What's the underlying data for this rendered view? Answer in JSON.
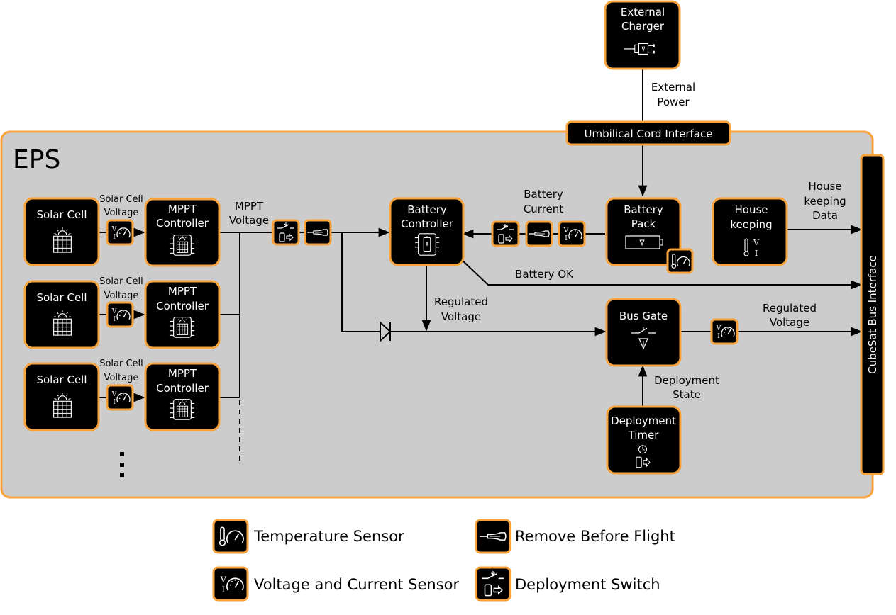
{
  "eps_title": "EPS",
  "nodes": {
    "external_charger": [
      "External",
      "Charger"
    ],
    "umbilical": "Umbilical Cord Interface",
    "solar_cell": "Solar Cell",
    "mppt_controller": [
      "MPPT",
      "Controller"
    ],
    "battery_controller": [
      "Battery",
      "Controller"
    ],
    "battery_pack": [
      "Battery",
      "Pack"
    ],
    "housekeeping": [
      "House",
      "keeping"
    ],
    "bus_gate": "Bus Gate",
    "deployment_timer": [
      "Deployment",
      "Timer"
    ],
    "cubesat_bus": "CubeSat Bus Interface"
  },
  "edge_labels": {
    "external_power": [
      "External",
      "Power"
    ],
    "solar_cell_voltage": [
      "Solar Cell",
      "Voltage"
    ],
    "mppt_voltage": [
      "MPPT",
      "Voltage"
    ],
    "battery_current": [
      "Battery",
      "Current"
    ],
    "housekeeping_data": [
      "House",
      "keeping",
      "Data"
    ],
    "battery_ok": "Battery OK",
    "regulated_voltage_1": [
      "Regulated",
      "Voltage"
    ],
    "regulated_voltage_2": [
      "Regulated",
      "Voltage"
    ],
    "deployment_state": [
      "Deployment",
      "State"
    ]
  },
  "legend": {
    "temperature_sensor": "Temperature Sensor",
    "remove_before_flight": "Remove Before Flight",
    "voltage_current_sensor": "Voltage and Current Sensor",
    "deployment_switch": "Deployment Switch"
  },
  "icon_text": {
    "v": "V",
    "i": "I"
  },
  "colors": {
    "accent": "#f7a23b",
    "node_fill": "#000000",
    "eps_background": "#cccccc"
  }
}
